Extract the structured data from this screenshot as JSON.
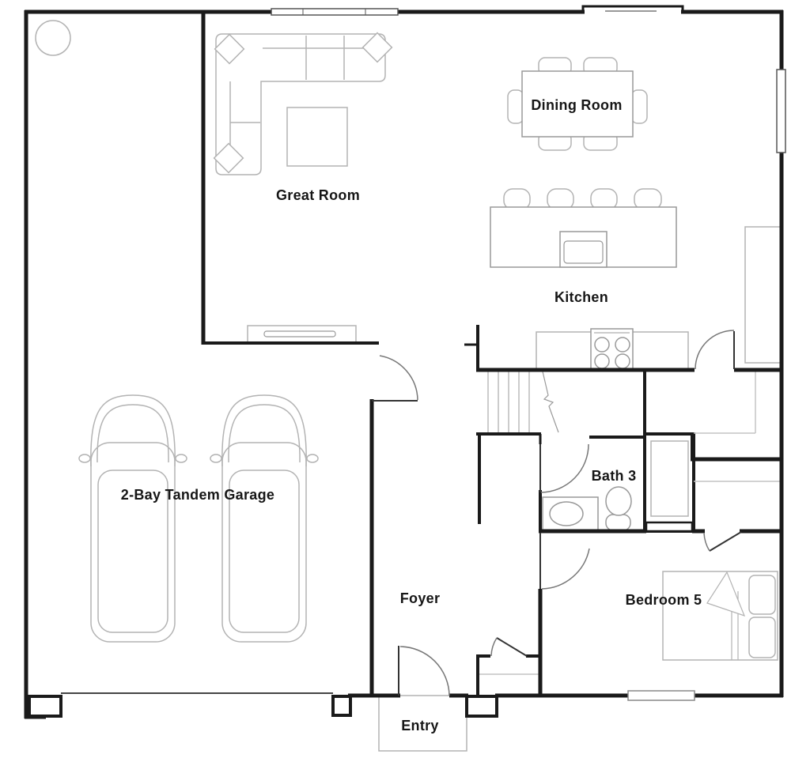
{
  "plan": {
    "type": "floor-plan",
    "rooms": {
      "great_room": {
        "label": "Great Room"
      },
      "dining_room": {
        "label": "Dining Room"
      },
      "kitchen": {
        "label": "Kitchen"
      },
      "garage": {
        "label": "2-Bay Tandem Garage"
      },
      "bath_3": {
        "label": "Bath 3"
      },
      "foyer": {
        "label": "Foyer"
      },
      "bedroom_5": {
        "label": "Bedroom 5"
      },
      "entry": {
        "label": "Entry"
      }
    },
    "colors": {
      "wall": "#1a1a1a",
      "door_leaf": "#333333",
      "door_arc": "#777777",
      "furniture_outline": "#b3b3b3",
      "fixture_outline": "#999999",
      "stair_tread": "#aaaaaa",
      "shelf_line": "#c4c4c4",
      "window_frame": "#555555",
      "label_text": "#161616",
      "background": "#ffffff"
    }
  }
}
